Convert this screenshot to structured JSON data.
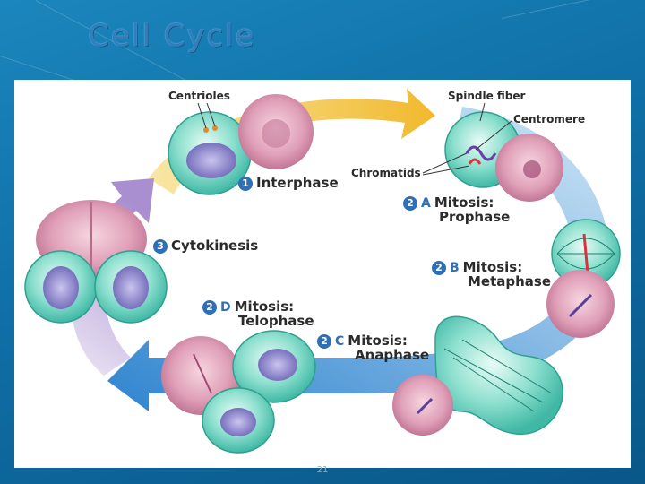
{
  "slide": {
    "title": "Cell Cycle",
    "page_number": "21"
  },
  "diagram": {
    "labels": {
      "centrioles": "Centrioles",
      "spindle_fiber": "Spindle fiber",
      "centromere": "Centromere",
      "chromatids": "Chromatids",
      "cytokinesis": {
        "number": "3",
        "text": "Cytokinesis"
      },
      "interphase": {
        "number": "1",
        "text": "Interphase"
      },
      "prophase": {
        "number": "2",
        "sub": "A",
        "line1": "Mitosis:",
        "line2": "Prophase"
      },
      "metaphase": {
        "number": "2",
        "sub": "B",
        "line1": "Mitosis:",
        "line2": "Metaphase"
      },
      "anaphase": {
        "number": "2",
        "sub": "C",
        "line1": "Mitosis:",
        "line2": "Anaphase"
      },
      "telophase": {
        "number": "2",
        "sub": "D",
        "line1": "Mitosis:",
        "line2": "Telophase"
      }
    },
    "colors": {
      "arrow_yellow": "#f2c24a",
      "arrow_blue": "#3d93d8",
      "arrow_purple": "#b9a2d8",
      "cell_teal": "#6fd3c2",
      "cell_pink": "#d98aa8",
      "badge_blue": "#2f6fb6"
    }
  }
}
